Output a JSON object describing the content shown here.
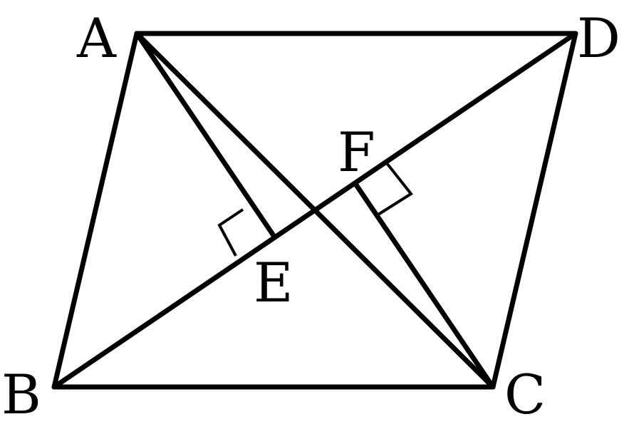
{
  "diagram": {
    "points": {
      "A": "A",
      "B": "B",
      "C": "C",
      "D": "D",
      "E": "E",
      "F": "F"
    }
  }
}
